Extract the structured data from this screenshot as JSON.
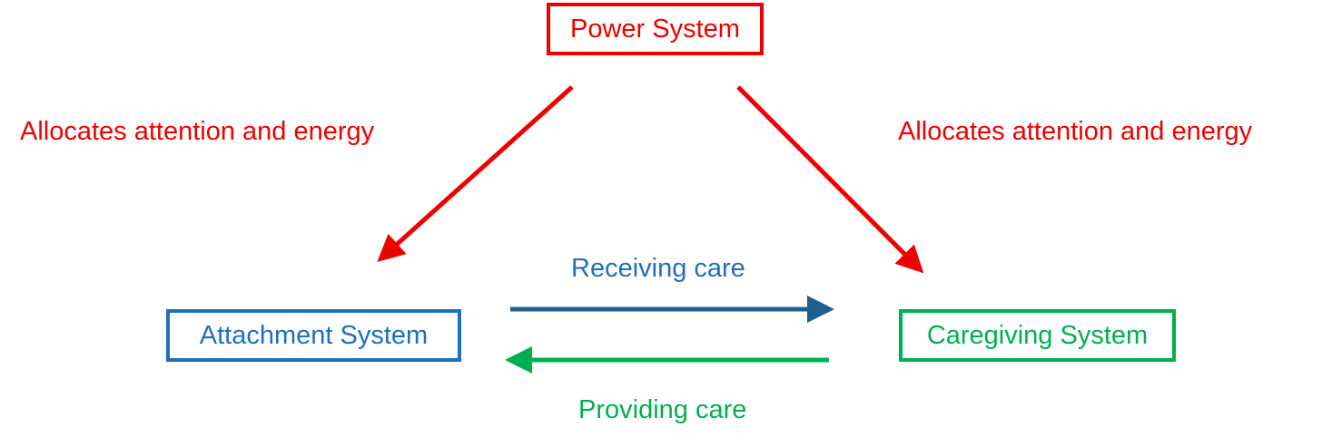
{
  "nodes": {
    "power": {
      "label": "Power System"
    },
    "attachment": {
      "label": "Attachment System"
    },
    "caregiving": {
      "label": "Caregiving System"
    }
  },
  "edges": {
    "power_to_attachment": {
      "label": "Allocates attention and energy"
    },
    "power_to_caregiving": {
      "label": "Allocates attention and energy"
    },
    "attachment_to_caregiving": {
      "label": "Receiving care"
    },
    "caregiving_to_attachment": {
      "label": "Providing care"
    }
  },
  "colors": {
    "power": "#ee0000",
    "attachment": "#1f6fc0",
    "caregiving": "#00b050",
    "receiving_arrow": "#1f5f8b",
    "providing_arrow": "#00b050"
  }
}
